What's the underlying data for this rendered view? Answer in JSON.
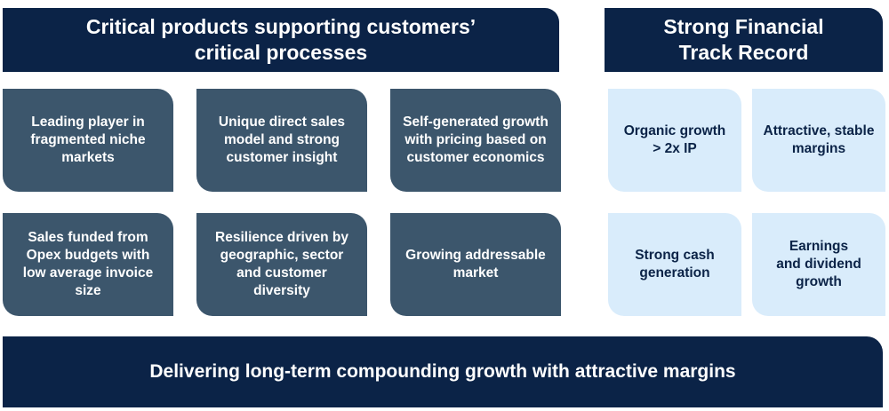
{
  "headers": {
    "critical_products": "Critical products supporting customers’ critical processes",
    "financial": "Strong Financial Track Record"
  },
  "strategy_tiles": [
    "Leading player in fragmented niche markets",
    "Unique direct sales model and strong customer insight",
    "Self-generated growth with pricing based on customer economics",
    "Sales funded from Opex budgets with low average invoice size",
    "Resilience driven by geographic, sector and customer diversity",
    "Growing addressable market"
  ],
  "financial_tiles": [
    "Organic growth > 2x IP",
    "Attractive, stable margins",
    "Strong cash generation",
    "Earnings and dividend growth"
  ],
  "footer": "Delivering long-term compounding growth with attractive margins",
  "colors": {
    "dark_navy": "#0b2347",
    "slate_tile": "#3c566c",
    "light_blue_tile": "#d9ecfb"
  }
}
